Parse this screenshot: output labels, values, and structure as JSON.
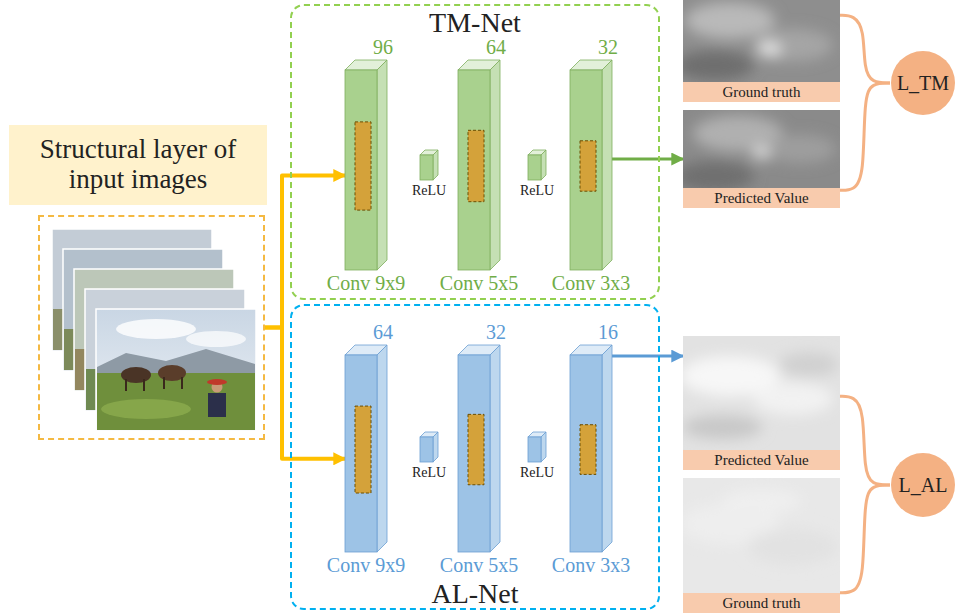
{
  "diagram": {
    "nodes": [
      {
        "text": [
          "Structural layer of input images"
        ]
      },
      {
        "text": [
          "TM-Net"
        ]
      },
      {
        "text": [
          "96",
          "Conv 9x9"
        ],
        "in": 1
      },
      {
        "text": [
          "ReLU"
        ],
        "in": 1
      },
      {
        "text": [
          "64",
          "Conv 5x5"
        ],
        "in": 1
      },
      {
        "text": [
          "ReLU"
        ],
        "in": 1
      },
      {
        "text": [
          "32",
          "Conv 3x3"
        ],
        "in": 1
      },
      {
        "text": [
          "Ground truth"
        ]
      },
      {
        "text": [
          "Predicted Value"
        ]
      },
      {
        "text": [
          "L_TM"
        ]
      },
      {
        "text": [
          "AL-Net"
        ]
      },
      {
        "text": [
          "64",
          "Conv 9x9"
        ],
        "in": 10
      },
      {
        "text": [
          "ReLU"
        ],
        "in": 10
      },
      {
        "text": [
          "32",
          "Conv 5x5"
        ],
        "in": 10
      },
      {
        "text": [
          "ReLU"
        ],
        "in": 10
      },
      {
        "text": [
          "16",
          "Conv 3x3"
        ],
        "in": 10
      },
      {
        "text": [
          "Predicted Value"
        ]
      },
      {
        "text": [
          "Ground truth"
        ]
      },
      {
        "text": [
          "L_AL"
        ]
      }
    ],
    "edges": [
      {
        "from": 0,
        "to": 2,
        "arrow": "to"
      },
      {
        "from": 0,
        "to": 11,
        "arrow": "to"
      },
      {
        "from": 6,
        "to": 8,
        "arrow": "to"
      },
      {
        "from": 15,
        "to": 16,
        "arrow": "to"
      },
      {
        "from": 7,
        "to": 9,
        "arrow": "none"
      },
      {
        "from": 8,
        "to": 9,
        "arrow": "none"
      },
      {
        "from": 16,
        "to": 18,
        "arrow": "none"
      },
      {
        "from": 17,
        "to": 18,
        "arrow": "none"
      }
    ]
  }
}
